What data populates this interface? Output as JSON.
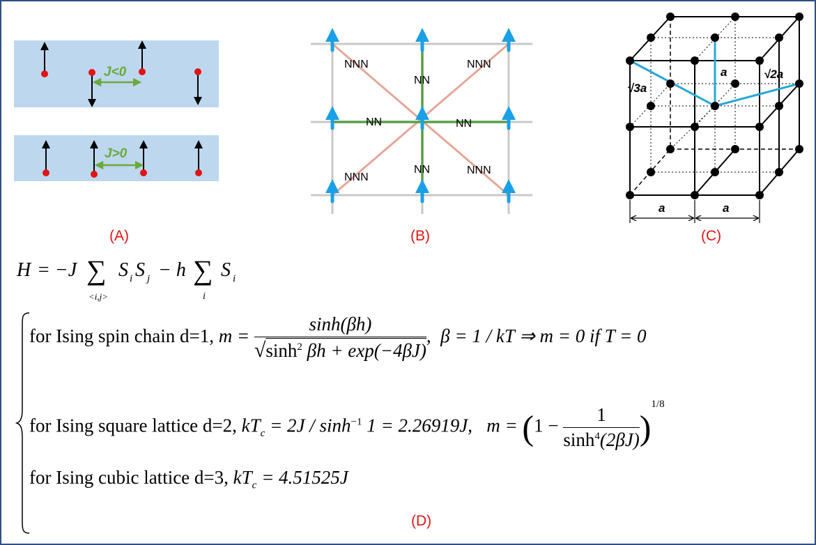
{
  "panels": {
    "a": {
      "label": "(A)",
      "coupling_negative": "J<0",
      "coupling_positive": "J>0"
    },
    "b": {
      "label": "(B)",
      "nn": "NN",
      "nnn": "NNN"
    },
    "c": {
      "label": "(C)",
      "edge": "a",
      "diag_face": "√2a",
      "diag_body": "√3a"
    },
    "d": {
      "label": "(D)"
    }
  },
  "equations": {
    "hamiltonian": {
      "H": "H",
      "minus_J": " = −J",
      "sum_sub1": "<i,j>",
      "term1": "S",
      "sub_i": "i",
      "sub_j": "j",
      "minus_h": " − h",
      "sum_sub2": "i",
      "term2": "S",
      "sub_i2": "i"
    },
    "chain": {
      "text": "for Ising spin chain d=1, ",
      "m_eq": "m = ",
      "num": "sinh(βh)",
      "den_a": "sinh",
      "den_sup": "2",
      "den_b": " βh + exp(−4βJ)",
      "tail": ",  β = 1 / kT ⇒ m = 0 if T = 0"
    },
    "square": {
      "text": "for Ising square lattice d=2, ",
      "kt": "kT",
      "sub_c": "c",
      "mid1": " = 2J / sinh",
      "sup_inv": "−1",
      "mid2": " 1 = 2.26919J,   m = ",
      "one_minus": "1 − ",
      "frac_num": "1",
      "frac_den_a": "sinh",
      "frac_den_sup": "4",
      "frac_den_b": "(2βJ)",
      "power": "1/8"
    },
    "cubic": {
      "text": "for Ising cubic lattice d=3, ",
      "kt": "kT",
      "sub_c": "c",
      "value": " = 4.51525J"
    }
  },
  "colors": {
    "panel_label": "#e01414",
    "band": "#bdd7ee",
    "spin_dot": "#e01414",
    "coupling": "#6aaa3c",
    "nn_bond": "#5a9e4a",
    "nnn_bond": "#e6a898",
    "arrow": "#1aa0e6",
    "cube_diag": "#26a8d8",
    "frame": "#2f4f86"
  }
}
